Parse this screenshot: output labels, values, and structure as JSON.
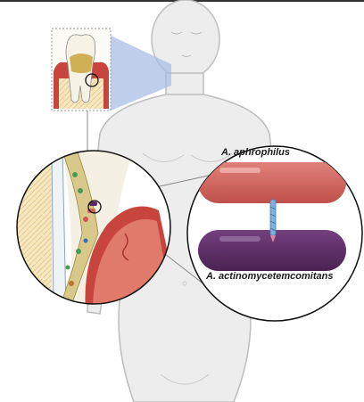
{
  "labels": {
    "top_bacterium": "A. aphrophilus",
    "bottom_bacterium": "A. actinomycetemcomitans"
  },
  "colors": {
    "body": "#eeeeee",
    "body_outline": "#bcbcbc",
    "zoom_cone": "#a9bde3",
    "gum": "#c8453e",
    "tooth": "#f3efe2",
    "tartar": "#c9a43a",
    "bacterium_top": "#d4605a",
    "bacterium_bottom": "#5b2a63",
    "pilus": "#7fb0dc"
  },
  "icons": [
    "human-silhouette",
    "tooth-icon",
    "magnifier-circle",
    "bacterium-rod",
    "pilus-bridge"
  ]
}
